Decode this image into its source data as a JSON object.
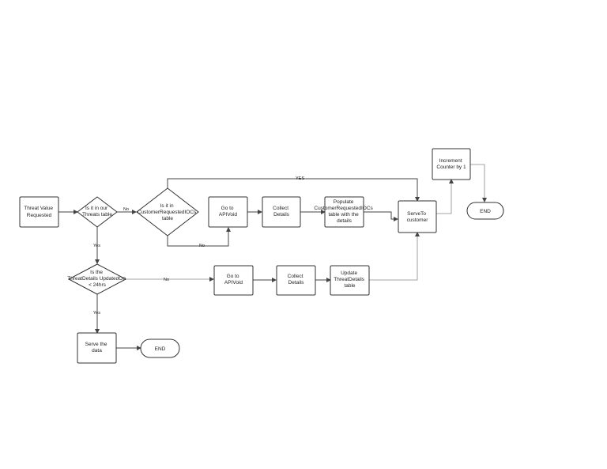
{
  "nodes": {
    "threat_value_requested": [
      "Threat Value",
      "Requested"
    ],
    "in_threats_table": [
      "Is it in our",
      "Threats table"
    ],
    "in_customer_iocs": [
      "Is it in",
      "CustomerRequestedIOCs",
      "table"
    ],
    "go_apivoid_1": [
      "Go to",
      "APIVoid"
    ],
    "collect_details_1": [
      "Collect",
      "Details"
    ],
    "populate_customer_iocs": [
      "Populate",
      "CustomerRequestedIOCs",
      "table with the",
      "details"
    ],
    "serve_to_customer": [
      "ServeTo",
      "customer"
    ],
    "increment_counter": [
      "Increment",
      "Counter by 1"
    ],
    "end_top": [
      "END"
    ],
    "threatdetails_updated": [
      "Is the",
      "ThreatDetails UpdatedOn",
      "< 24hrs"
    ],
    "go_apivoid_2": [
      "Go to",
      "APIVoid"
    ],
    "collect_details_2": [
      "Collect",
      "Details"
    ],
    "update_threatdetails": [
      "Update",
      "ThreatDetails",
      "table"
    ],
    "serve_the_data": [
      "Serve the",
      "data"
    ],
    "end_bottom": [
      "END"
    ]
  },
  "edge_labels": {
    "threats_no": "No",
    "yes_top": "YES",
    "customer_iocs_no": "No",
    "threats_yes": "Yes",
    "updated_no": "No",
    "updated_yes": "Yes"
  }
}
